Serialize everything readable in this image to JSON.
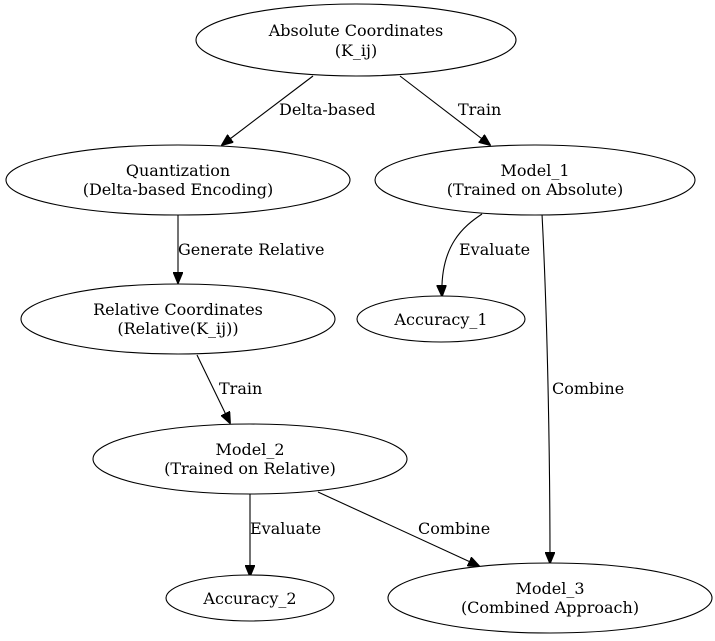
{
  "nodes": {
    "absolute": {
      "line1": "Absolute Coordinates",
      "line2": "(K_ij)"
    },
    "quantization": {
      "line1": "Quantization",
      "line2": "(Delta-based Encoding)"
    },
    "model1": {
      "line1": "Model_1",
      "line2": "(Trained on Absolute)"
    },
    "relative": {
      "line1": "Relative Coordinates",
      "line2": "(Relative(K_ij))"
    },
    "accuracy1": {
      "line1": "Accuracy_1"
    },
    "model2": {
      "line1": "Model_2",
      "line2": "(Trained on Relative)"
    },
    "accuracy2": {
      "line1": "Accuracy_2"
    },
    "model3": {
      "line1": "Model_3",
      "line2": "(Combined Approach)"
    }
  },
  "edges": {
    "absolute_quantization": "Delta-based",
    "absolute_model1": "Train",
    "quantization_relative": "Generate Relative",
    "model1_accuracy1": "Evaluate",
    "model1_model3": "Combine",
    "relative_model2": "Train",
    "model2_accuracy2": "Evaluate",
    "model2_model3": "Combine"
  }
}
